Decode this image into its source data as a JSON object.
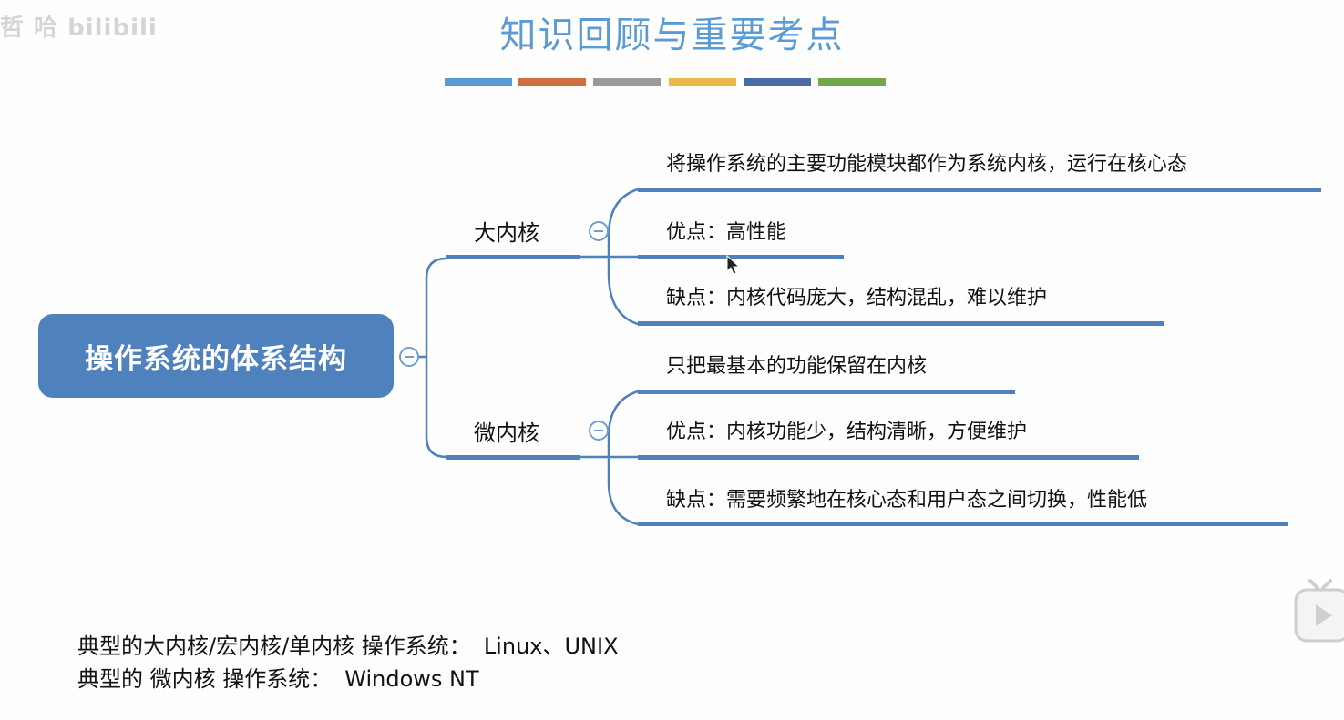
{
  "watermark": "哲 哈 bilibili",
  "title": "知识回顾与重要考点",
  "accent_bars": [
    "#5b9bd5",
    "#d0703f",
    "#9a9a9a",
    "#e8b84a",
    "#4a6aa8",
    "#6ea84a"
  ],
  "mindmap": {
    "root": "操作系统的体系结构",
    "branches": [
      {
        "label": "大内核",
        "leaves": [
          "将操作系统的主要功能模块都作为系统内核，运行在核心态",
          "优点：高性能",
          "缺点：内核代码庞大，结构混乱，难以维护"
        ]
      },
      {
        "label": "微内核",
        "leaves": [
          "只把最基本的功能保留在内核",
          "优点：内核功能少，结构清晰，方便维护",
          "缺点：需要频繁地在核心态和用户态之间切换，性能低"
        ]
      }
    ]
  },
  "notes": [
    {
      "prefix": "典型的大内核/宏内核/单内核 操作系统：",
      "systems": "Linux、UNIX"
    },
    {
      "prefix": "典型的 微内核 操作系统：",
      "systems": "Windows NT"
    }
  ],
  "colors": {
    "root_fill": "#4f81bd",
    "line": "#4f81bd",
    "title": "#5b9bd5"
  }
}
